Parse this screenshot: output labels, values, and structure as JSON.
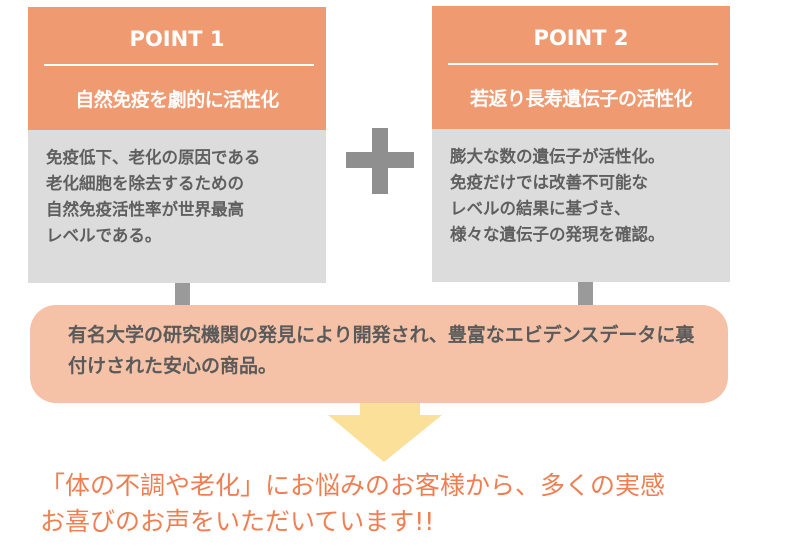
{
  "points": [
    {
      "label": "POINT 1",
      "title": "自然免疫を劇的に活性化",
      "body": "免疫低下、老化の原因である\n老化細胞を除去するための\n自然免疫活性率が世界最高\nレベルである。"
    },
    {
      "label": "POINT 2",
      "title": "若返り長寿遺伝子の活性化",
      "body": "膨大な数の遺伝子が活性化。\n免疫だけでは改善不可能な\nレベルの結果に基づき、\n様々な遺伝子の発現を確認。"
    }
  ],
  "summary": "有名大学の研究機関の発見により開発され、豊富なエビデンスデータに裏付けされた安心の商品。",
  "footer": {
    "line1": "「体の不調や老化」にお悩みのお客様から、多くの実感",
    "line2": "お喜びのお声をいただいています!!"
  },
  "colors": {
    "header": "#f09a72",
    "card": "#dcdcdc",
    "pill": "#f5c2a8",
    "arrow": "#fbe09a",
    "footer_text": "#ef7f52"
  }
}
